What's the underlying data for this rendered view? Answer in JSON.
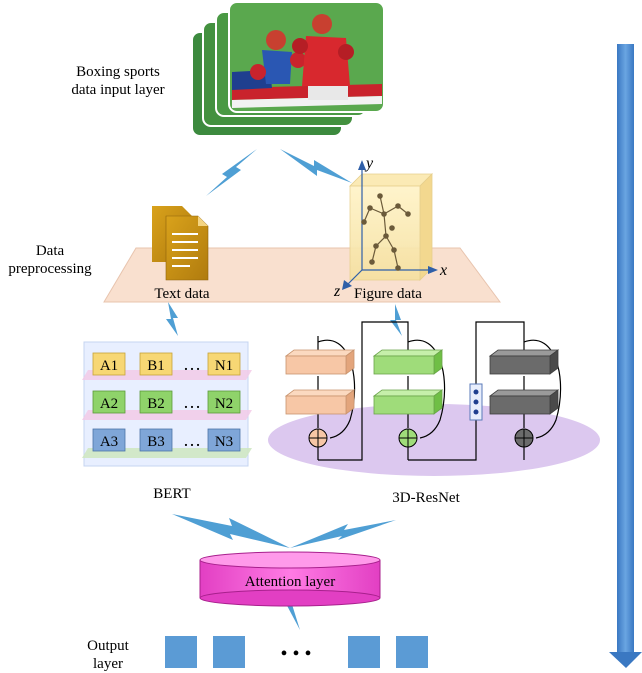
{
  "labels": {
    "input_layer_line1": "Boxing sports",
    "input_layer_line2": "data input layer",
    "preprocessing_line1": "Data",
    "preprocessing_line2": "preprocessing",
    "text_data": "Text data",
    "figure_data": "Figure data",
    "bert": "BERT",
    "resnet": "3D-ResNet",
    "attention": "Attention layer",
    "output_line1": "Output",
    "output_line2": "layer",
    "ellipsis": "…",
    "dots": "• • •"
  },
  "axes": {
    "x": "x",
    "y": "y",
    "z": "z"
  },
  "token_grid": {
    "rows": [
      [
        "A1",
        "B1",
        "N1"
      ],
      [
        "A2",
        "B2",
        "N2"
      ],
      [
        "A3",
        "B3",
        "N3"
      ]
    ],
    "row_colors": [
      "#f7d774",
      "#8fd36a",
      "#7fa6d8"
    ]
  },
  "colors": {
    "flow_arrow": "#4d86c6",
    "preprocessing_plane": "#f9e0cf",
    "resnet_ellipse": "#dcc8ef",
    "attention_cylinder": "#f25bd6",
    "output_square": "#5b9bd5",
    "lightning": "#4f9fd4",
    "block1": "#f7c7a6",
    "block2": "#9fdc7a",
    "block3": "#6b6b6b"
  },
  "icons": {
    "input_image": "boxing-photo-stack",
    "text_document": "document-icon",
    "skeleton": "skeleton-figure-icon"
  }
}
